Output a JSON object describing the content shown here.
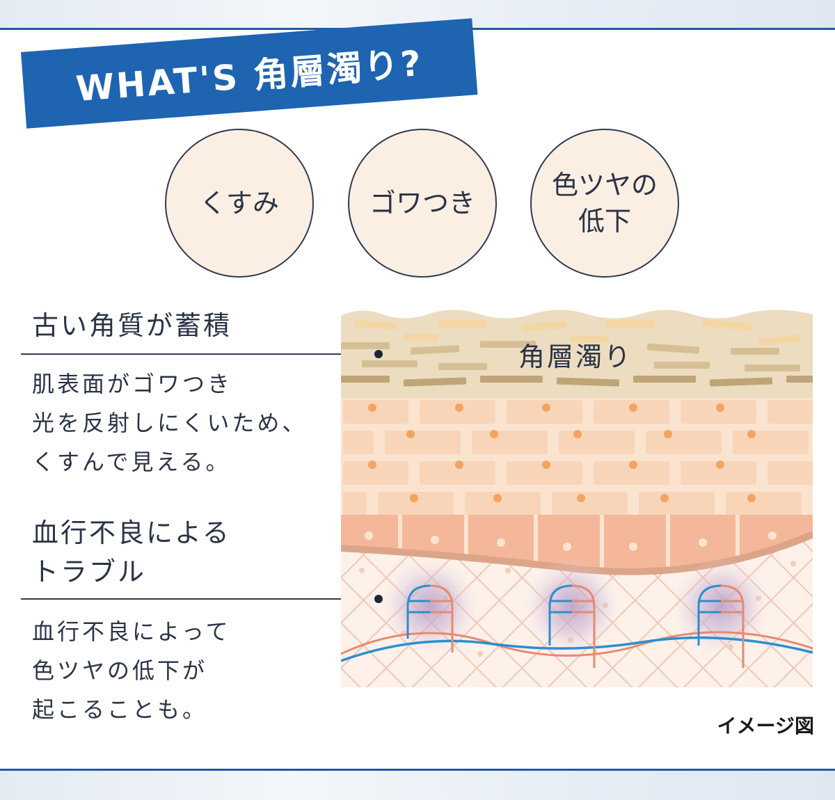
{
  "title": {
    "prefix": "WHAT'S",
    "main": "角層濁り?"
  },
  "symptoms": [
    "くすみ",
    "ゴワつき",
    "色ツヤの\n低下"
  ],
  "section1": {
    "heading": "古い角質が蓄積",
    "body": "肌表面がゴワつき\n光を反射しにくいため、\nくすんで見える。"
  },
  "section2": {
    "heading": "血行不良による\nトラブル",
    "body": "血行不良によって\n色ツヤの低下が\n起こることも。"
  },
  "diagram": {
    "layer_label": "角層濁り"
  },
  "caption": "イメージ図",
  "colors": {
    "banner": "#1e64b0",
    "frame_line": "#1f5aa6",
    "symptom_fill": "#fbeee3",
    "stratum_corneum": "#ecdcc0",
    "epidermis": "#fbe4cf",
    "basal": "#f4b799",
    "dermis": "#fdf0e8",
    "vein": "#2a8fd0",
    "artery": "#e58a70"
  }
}
